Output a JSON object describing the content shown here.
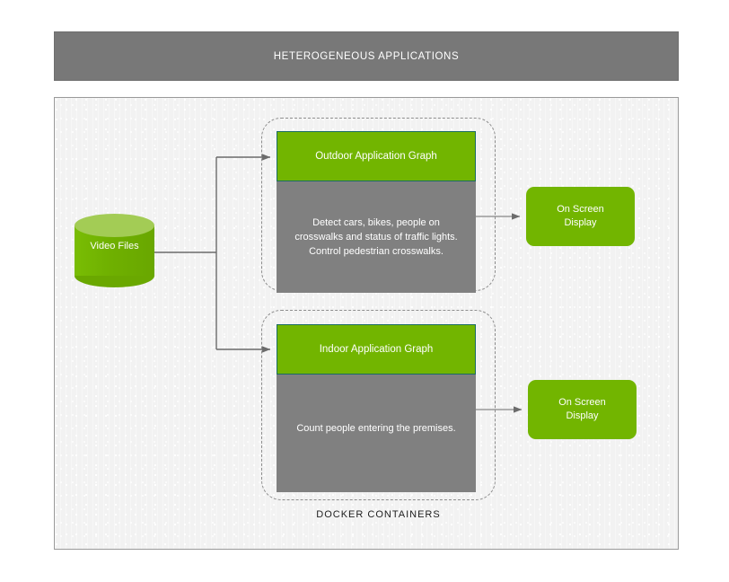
{
  "banner": {
    "title": "HETEROGENEOUS APPLICATIONS"
  },
  "source": {
    "label": "Video Files",
    "shape": "cylinder-icon"
  },
  "containers": {
    "group_label": "DOCKER CONTAINERS",
    "items": [
      {
        "name": "outdoor",
        "header": "Outdoor Application Graph",
        "description": "Detect cars, bikes, people on\ncrosswalks and status of traffic lights.\nControl pedestrian crosswalks.",
        "output": "On Screen\nDisplay"
      },
      {
        "name": "indoor",
        "header": "Indoor Application Graph",
        "description": "Count people entering the premises.",
        "output": "On Screen\nDisplay"
      }
    ]
  },
  "colors": {
    "brand_green": "#72b500",
    "light_green": "#a3cc55",
    "gray_body": "#808080",
    "banner_gray": "#787878",
    "panel_bg": "#f2f2f2",
    "border_teal": "#1b6b63",
    "wire_gray": "#6b6b6b",
    "dash_gray": "#8d8d8d"
  }
}
